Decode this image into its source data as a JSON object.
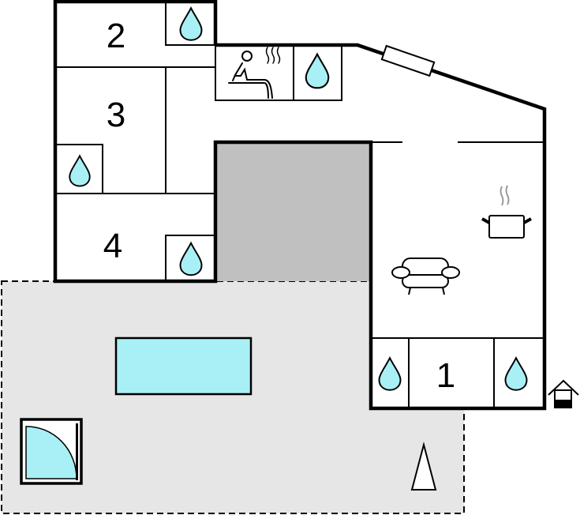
{
  "rooms": [
    {
      "label": "2",
      "type": "bedroom"
    },
    {
      "label": "3",
      "type": "bedroom"
    },
    {
      "label": "4",
      "type": "bedroom"
    },
    {
      "label": "1",
      "type": "bedroom"
    }
  ],
  "icons": [
    "water-drop-icon",
    "sauna-icon",
    "window-icon",
    "cooking-pot-icon",
    "sofa-icon",
    "entrance-icon",
    "pool-icon",
    "hot-tub-icon",
    "north-arrow-icon"
  ],
  "colors": {
    "water": "#a8f0f5",
    "courtyard": "#c0c0c0",
    "terrace": "#e6e6e6",
    "wall": "#000000"
  }
}
